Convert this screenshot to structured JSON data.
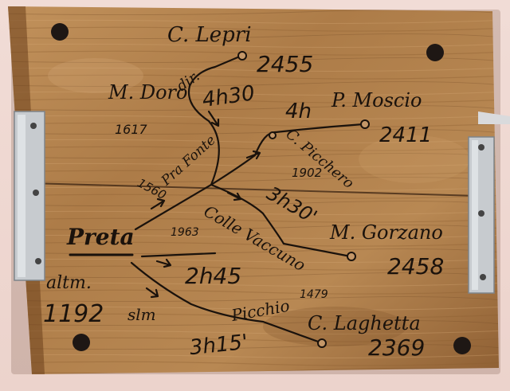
{
  "sign": {
    "peaks": {
      "c_lepri": {
        "name": "C. Lepri",
        "alt": "2455"
      },
      "m_doro": {
        "name": "M. Doro",
        "alt": "1617"
      },
      "p_moscio": {
        "name": "P. Moscio",
        "alt": "2411"
      },
      "c_piccherio": {
        "name": "C. Picchero",
        "alt": "1902"
      },
      "pra_fonte": {
        "name": "Pra Fonte",
        "alt": "1560"
      },
      "m_gorzano": {
        "name": "M. Gorzano",
        "alt": "2458"
      },
      "colle_vaccuno": {
        "name": "Colle Vaccuno",
        "alt": "1963"
      },
      "picchio": {
        "name": "Picchio",
        "alt": "1479"
      },
      "c_laghetta": {
        "name": "C. Laghetta",
        "alt": "2369"
      }
    },
    "village": {
      "name": "Preta",
      "alt_prefix": "altm.",
      "alt": "1192",
      "alt_suffix": "slm"
    },
    "times": {
      "to_lepri": "4h30",
      "to_moscio": "4h",
      "to_gorzano": "3h30'",
      "via_vaccuno": "2h45",
      "to_laghetta": "3h15'"
    },
    "direction_label": "dir."
  },
  "colors": {
    "wood_light": "#b98a55",
    "wood_dark": "#7a4f2a",
    "ink": "#1a120c",
    "bracket": "#b8bcc0",
    "wall": "#ecd3cc"
  }
}
